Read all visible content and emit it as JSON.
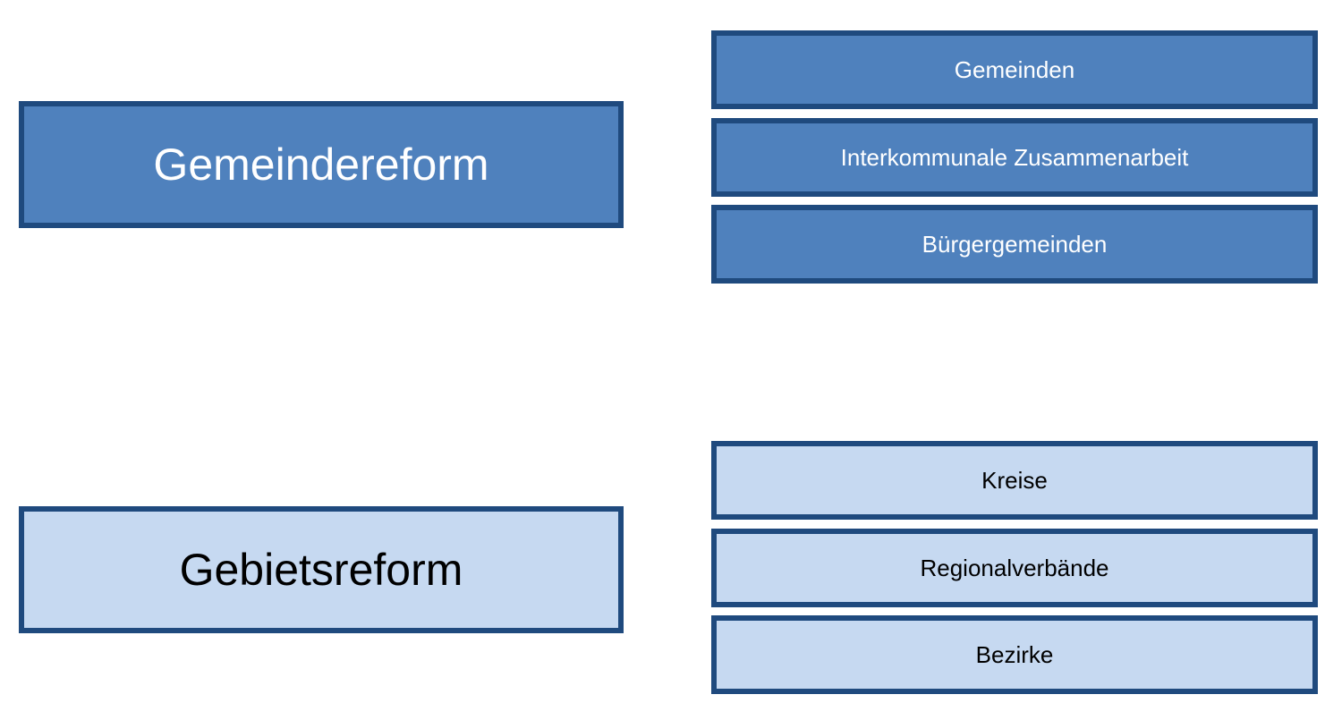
{
  "groups": [
    {
      "title": "Gemeindereform",
      "items": [
        "Gemeinden",
        "Interkommunale Zusammenarbeit",
        "Bürgergemeinden"
      ]
    },
    {
      "title": "Gebietsreform",
      "items": [
        "Kreise",
        "Regionalverbände",
        "Bezirke"
      ]
    }
  ],
  "colors": {
    "border": "#1f4a7e",
    "dark_fill": "#4f81bd",
    "light_fill": "#c6d9f1",
    "dark_text": "#ffffff",
    "light_text": "#000000"
  }
}
